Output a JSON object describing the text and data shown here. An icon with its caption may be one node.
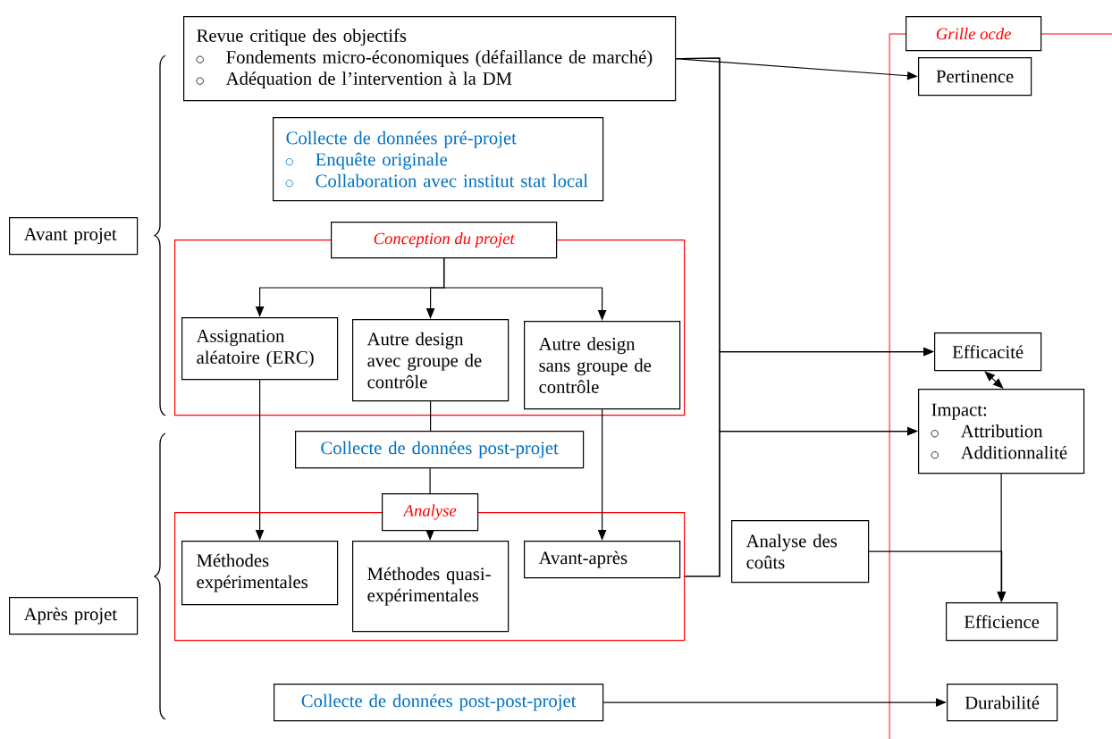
{
  "diagram": {
    "nodes": [
      {
        "text": [
          "Revue critique des objectifs",
          "Fondements micro-économiques (défaillance de marché)",
          "Adéquation de l’intervention à la DM"
        ]
      },
      {
        "text": [
          "Collecte de données pré-projet",
          "Enquête originale",
          "Collaboration avec institut stat local"
        ]
      },
      {
        "text": [
          "Avant projet"
        ]
      },
      {
        "text": [
          "Conception du projet"
        ]
      },
      {
        "text": [
          "Assignation aléatoire (ERC)"
        ],
        "in": 3
      },
      {
        "text": [
          "Autre design avec groupe de contrôle"
        ],
        "in": 3
      },
      {
        "text": [
          "Autre design sans groupe de contrôle"
        ],
        "in": 3
      },
      {
        "text": [
          "Collecte de données post-projet"
        ]
      },
      {
        "text": [
          "Analyse"
        ]
      },
      {
        "text": [
          "Méthodes expérimentales"
        ],
        "in": 8
      },
      {
        "text": [
          "Méthodes quasi-expérimentales"
        ],
        "in": 8
      },
      {
        "text": [
          "Avant-après"
        ],
        "in": 8
      },
      {
        "text": [
          "Après projet"
        ]
      },
      {
        "text": [
          "Collecte de données post-post-projet"
        ]
      },
      {
        "text": [
          "Grille ocde"
        ]
      },
      {
        "text": [
          "Pertinence"
        ],
        "in": 14
      },
      {
        "text": [
          "Efficacité"
        ],
        "in": 14
      },
      {
        "text": [
          "Impact:",
          "Attribution",
          "Additionnalité"
        ],
        "in": 14
      },
      {
        "text": [
          "Analyse des coûts"
        ]
      },
      {
        "text": [
          "Efficience"
        ],
        "in": 14
      },
      {
        "text": [
          "Durabilité"
        ],
        "in": 14
      }
    ],
    "edges": [
      {
        "from": 0,
        "to": 15,
        "arrow": "to"
      },
      {
        "from": 0,
        "to": 16,
        "arrow": "to"
      },
      {
        "from": 0,
        "to": 17,
        "arrow": "to"
      },
      {
        "from": 8,
        "to": 16,
        "arrow": "to"
      },
      {
        "from": 8,
        "to": 17,
        "arrow": "to"
      },
      {
        "from": 16,
        "to": 17,
        "arrow": "both"
      },
      {
        "from": 3,
        "to": 4,
        "arrow": "to"
      },
      {
        "from": 3,
        "to": 5,
        "arrow": "to"
      },
      {
        "from": 3,
        "to": 6,
        "arrow": "to"
      },
      {
        "from": 4,
        "to": 9,
        "arrow": "to"
      },
      {
        "from": 5,
        "to": 7,
        "arrow": "none"
      },
      {
        "from": 7,
        "to": 8,
        "arrow": "none"
      },
      {
        "from": 8,
        "to": 10,
        "arrow": "to"
      },
      {
        "from": 6,
        "to": 11,
        "arrow": "to"
      },
      {
        "from": 17,
        "to": 19,
        "arrow": "to"
      },
      {
        "from": 18,
        "to": 19,
        "arrow": "to"
      },
      {
        "from": 13,
        "to": 20,
        "arrow": "to"
      }
    ]
  }
}
